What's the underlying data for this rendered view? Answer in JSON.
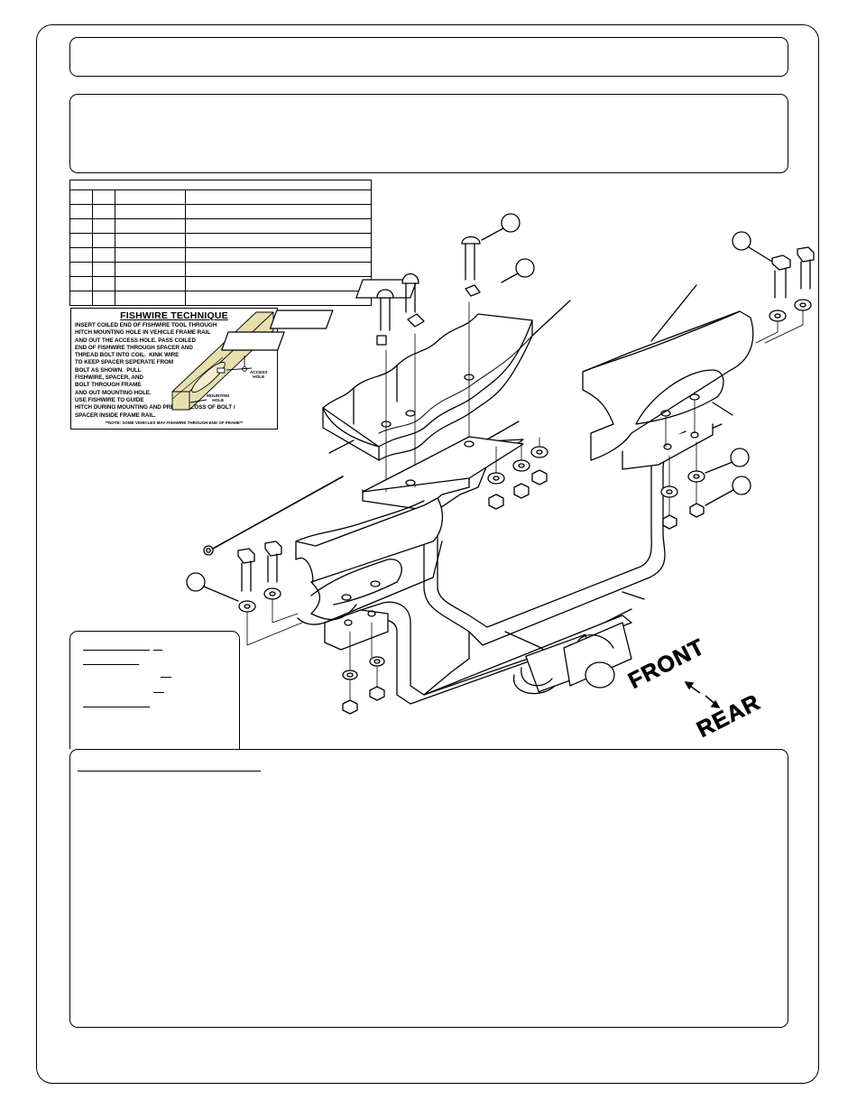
{
  "fishwire": {
    "title": "FISHWIRE TECHNIQUE",
    "text": "INSERT COILED END OF FISHWIRE TOOL THROUGH\nHITCH MOUNTING HOLE IN VEHICLE FRAME RAIL\nAND OUT THE ACCESS HOLE. PASS COILED\nEND OF FISHWIRE THROUGH SPACER AND\nTHREAD BOLT INTO COIL.  KINK WIRE\nTO KEEP SPACER SEPERATE FROM\nBOLT AS SHOWN.  PULL\nFISHWIRE, SPACER, AND\nBOLT THROUGH FRAME\nAND OUT MOUNTING HOLE.\nUSE FISHWIRE TO GUIDE\nHITCH DURING MOUNTING AND PREVENT LOSS OF BOLT /\nSPACER INSIDE FRAME RAIL.",
    "access_label": "ACCESS\nHOLE",
    "mounting_label": "MOUNTING\nHOLE",
    "note": "**NOTE: SOME VEHICLES MAY FISHWIRE THROUGH END OF FRAME**"
  },
  "directions": {
    "front": "FRONT",
    "rear": "REAR"
  },
  "colors": {
    "line": "#000000",
    "background": "#ffffff",
    "fishwire_highlight": "#e8dfae"
  }
}
